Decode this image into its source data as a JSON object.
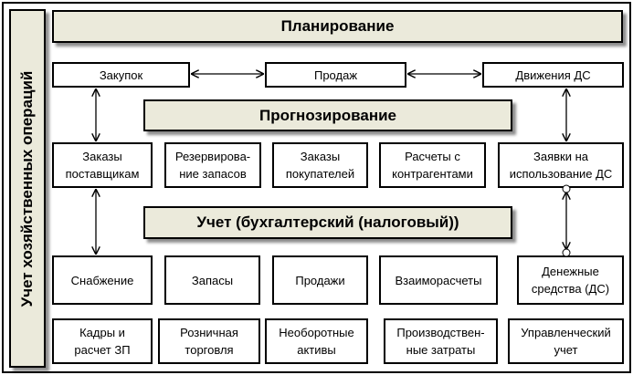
{
  "side_label": "Учет хозяйственных операций",
  "bands": {
    "planning": "Планирование",
    "forecasting": "Прогнозирование",
    "accounting": "Учет (бухгалтерский  (налоговый))"
  },
  "planning_items": [
    "Закупок",
    "Продаж",
    "Движения ДС"
  ],
  "forecast_items": [
    "Заказы\nпоставщикам",
    "Резервирова-\nние запасов",
    "Заказы\nпокупателей",
    "Расчеты с\nконтрагентами",
    "Заявки на\nиспользование ДС"
  ],
  "accounting_items": [
    "Снабжение",
    "Запасы",
    "Продажи",
    "Взаиморасчеты",
    "Денежные\nсредства (ДС)"
  ],
  "bottom_items": [
    "Кадры и\nрасчет ЗП",
    "Розничная\nторговля",
    "Необоротные\nактивы",
    "Производствен-\nные затраты",
    "Управленческий\nучет"
  ]
}
